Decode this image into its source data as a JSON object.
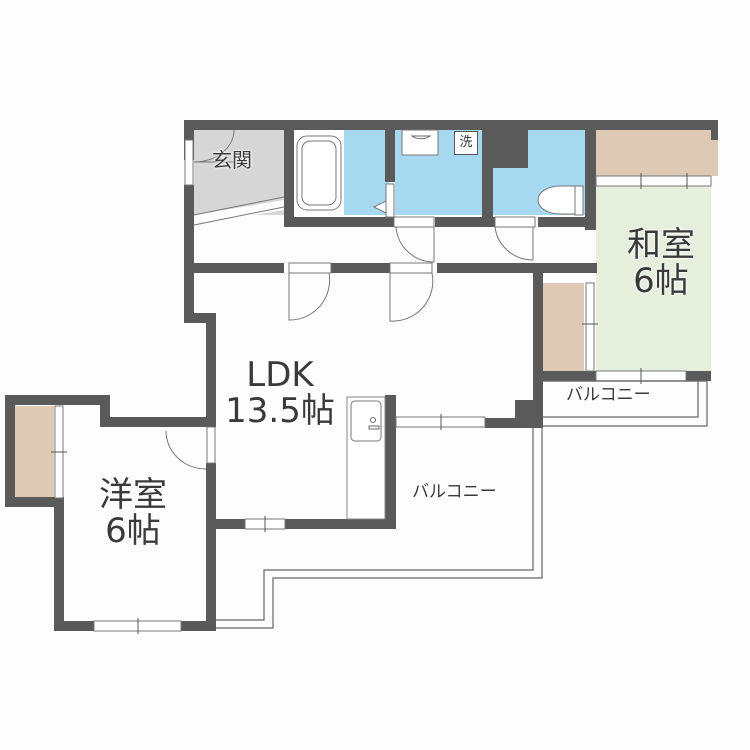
{
  "plan": {
    "rooms": [
      {
        "id": "entrance",
        "name": "玄関",
        "area": ""
      },
      {
        "id": "ldk",
        "name": "LDK",
        "area": "13.5帖"
      },
      {
        "id": "washitsu",
        "name": "和室",
        "area": "6帖"
      },
      {
        "id": "youshitsu",
        "name": "洋室",
        "area": "6帖"
      },
      {
        "id": "balcony_small",
        "name": "バルコニー",
        "area": ""
      },
      {
        "id": "balcony_large",
        "name": "バルコニー",
        "area": ""
      }
    ],
    "fixtures": {
      "washer_label": "洗"
    },
    "colors": {
      "wall": "#5a5a5a",
      "wet_area": "#a6d8f0",
      "closet": "#ddc9b4",
      "tatami": "#e6eedc",
      "entrance_floor": "#d6d6d6",
      "floor": "#ffffff",
      "background": "#fdfdfd"
    }
  }
}
